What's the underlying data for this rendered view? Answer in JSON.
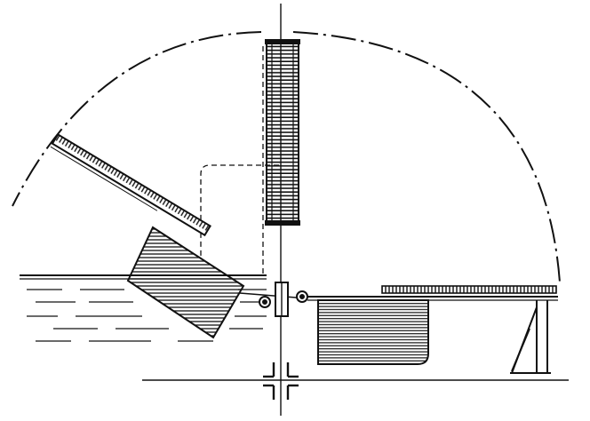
{
  "colors": {
    "ink": "#111111",
    "paper": "#ffffff"
  },
  "figure": {
    "style": "line-engraving",
    "elements": [
      "semicircular-housing-dash-dot",
      "vertical-center-axis",
      "vertical-ribbed-column",
      "inclined-toothed-arm",
      "hatched-block-on-arm",
      "dashed-linkage",
      "water-surface-hatching",
      "pivot-hinge-with-two-pins",
      "horizontal-toothed-rack",
      "hatched-block-right",
      "right-support-bracket",
      "crosshair-mark-bottom"
    ]
  }
}
